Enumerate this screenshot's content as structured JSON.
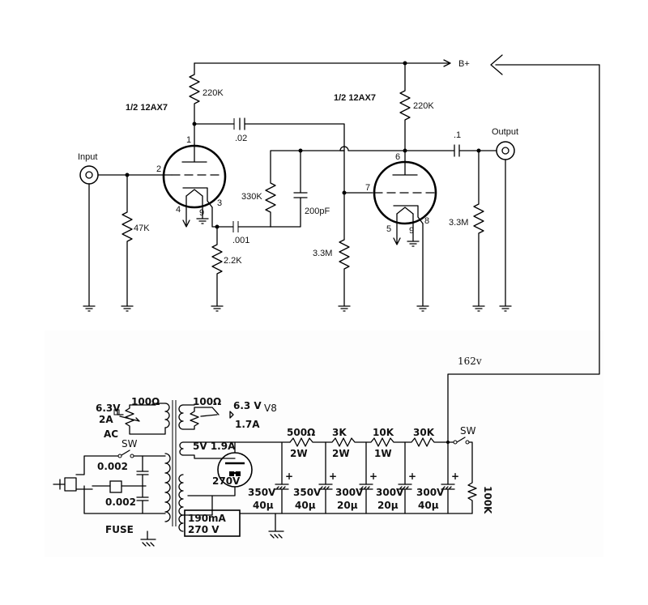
{
  "preamp": {
    "tube1_label": "1/2 12AX7",
    "tube2_label": "1/2 12AX7",
    "input_label": "Input",
    "output_label": "Output",
    "bplus_label": "B+",
    "r_plate1": "220K",
    "r_plate2": "220K",
    "r_input": "47K",
    "r_cathode": "2.2K",
    "r_feedback": "330K",
    "r_grid2": "3.3M",
    "r_output": "3.3M",
    "c_coupling1": ".02",
    "c_cathode": ".001",
    "c_feedback": "200pF",
    "c_output": ".1",
    "pins": {
      "t1_plate": "1",
      "t1_grid": "2",
      "t1_cathode": "3",
      "t1_heater_a": "4",
      "t1_heater_b": "9",
      "t2_plate": "6",
      "t2_grid": "7",
      "t2_cathode": "8",
      "t2_heater_a": "5",
      "t2_heater_b": "9"
    }
  },
  "supply": {
    "feed_voltage": "162v",
    "heater1_voltage": "6.3V",
    "heater1_current": "2A",
    "heater1_pot": "100Ω",
    "heater2_voltage": "6.3 V",
    "heater2_tube": "V8",
    "heater2_current": "1.7A",
    "heater2_pot": "100Ω",
    "ac_label": "AC",
    "sw1_label": "SW",
    "cap1": "0.002",
    "cap2": "0.002",
    "fuse_label": "FUSE",
    "rect_winding": "5V 1.9A",
    "hv_winding": "270V",
    "hv_rating_1": "190mA",
    "hv_rating_2": "270 V",
    "filter_resistors": [
      {
        "value": "500Ω",
        "watt": "2W"
      },
      {
        "value": "3K",
        "watt": "2W"
      },
      {
        "value": "10K",
        "watt": "1W"
      },
      {
        "value": "30K",
        "watt": ""
      }
    ],
    "filter_caps": [
      {
        "voltage": "350V",
        "cap": "40μ"
      },
      {
        "voltage": "350V",
        "cap": "40μ"
      },
      {
        "voltage": "300V",
        "cap": "20μ"
      },
      {
        "voltage": "300V",
        "cap": "20μ"
      },
      {
        "voltage": "300V",
        "cap": "40μ"
      }
    ],
    "sw2_label": "SW",
    "bleeder": "100K"
  }
}
